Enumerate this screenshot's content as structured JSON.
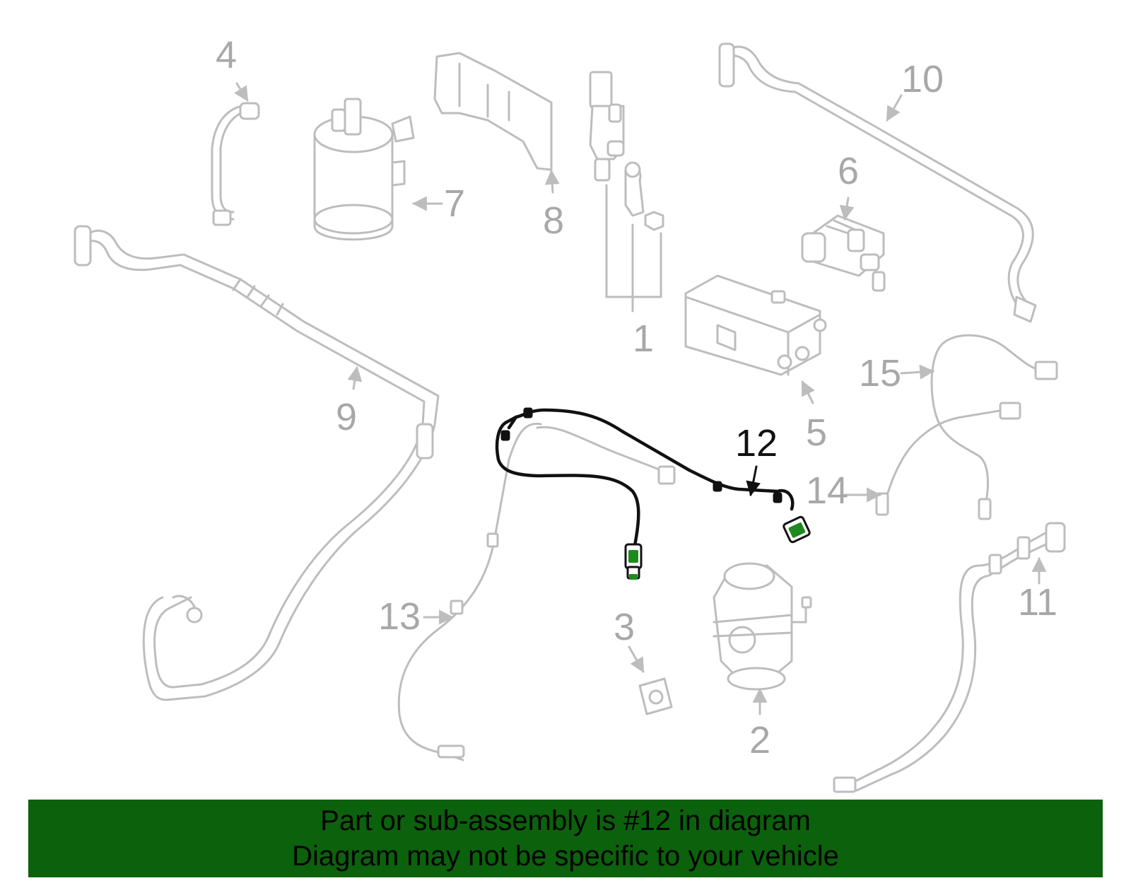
{
  "highlight_color": "#111111",
  "part_color": "#bdbdbd",
  "connector_color": "#1e8a1e",
  "banner": {
    "background": "#0c610c",
    "line1": "Part or sub-assembly is #12 in diagram",
    "line2": "Diagram may not be specific to your vehicle"
  },
  "callouts": {
    "c1": "1",
    "c2": "2",
    "c3": "3",
    "c4": "4",
    "c5": "5",
    "c6": "6",
    "c7": "7",
    "c8": "8",
    "c9": "9",
    "c10": "10",
    "c11": "11",
    "c12": "12",
    "c13": "13",
    "c14": "14",
    "c15": "15"
  }
}
